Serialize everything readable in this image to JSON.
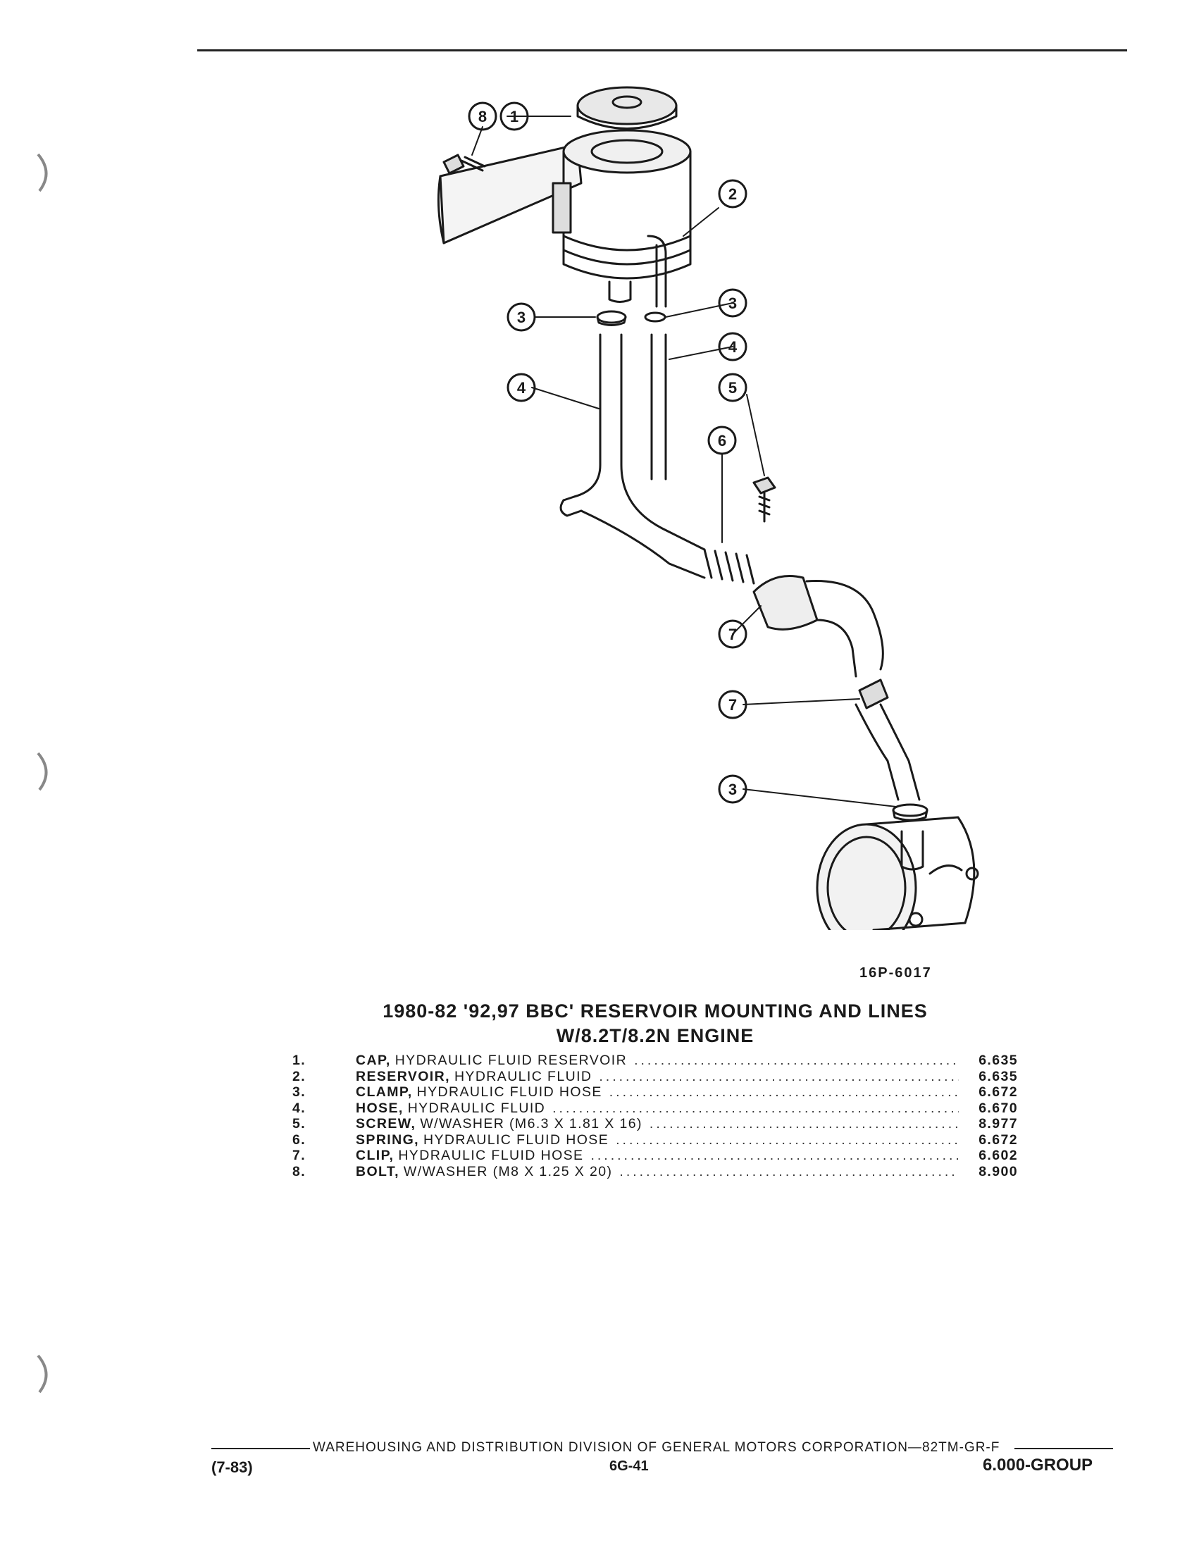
{
  "figure_code": "16P-6017",
  "title_line1": "1980-82 '92,97 BBC' RESERVOIR MOUNTING AND LINES",
  "title_line2": "W/8.2T/8.2N ENGINE",
  "callouts": {
    "c1": "1",
    "c2": "2",
    "c3a": "3",
    "c3b": "3",
    "c3c": "3",
    "c4a": "4",
    "c4b": "4",
    "c5": "5",
    "c6": "6",
    "c7a": "7",
    "c7b": "7",
    "c8": "8"
  },
  "parts": [
    {
      "num": "1.",
      "name": "CAP,",
      "desc": "HYDRAULIC FLUID RESERVOIR",
      "code": "6.635"
    },
    {
      "num": "2.",
      "name": "RESERVOIR,",
      "desc": "HYDRAULIC FLUID",
      "code": "6.635"
    },
    {
      "num": "3.",
      "name": "CLAMP,",
      "desc": "HYDRAULIC FLUID HOSE",
      "code": "6.672"
    },
    {
      "num": "4.",
      "name": "HOSE,",
      "desc": "HYDRAULIC FLUID",
      "code": "6.670"
    },
    {
      "num": "5.",
      "name": "SCREW,",
      "desc": "W/WASHER (M6.3 X 1.81 X 16)",
      "code": "8.977"
    },
    {
      "num": "6.",
      "name": "SPRING,",
      "desc": "HYDRAULIC FLUID HOSE",
      "code": "6.672"
    },
    {
      "num": "7.",
      "name": "CLIP,",
      "desc": "HYDRAULIC FLUID HOSE",
      "code": "6.602"
    },
    {
      "num": "8.",
      "name": "BOLT,",
      "desc": "W/WASHER (M8 X 1.25 X 20)",
      "code": "8.900"
    }
  ],
  "footer": {
    "publisher": "WAREHOUSING AND DISTRIBUTION  DIVISION OF GENERAL MOTORS CORPORATION—82TM-GR-F",
    "date": "(7-83)",
    "page": "6G-41",
    "group": "6.000-GROUP"
  }
}
